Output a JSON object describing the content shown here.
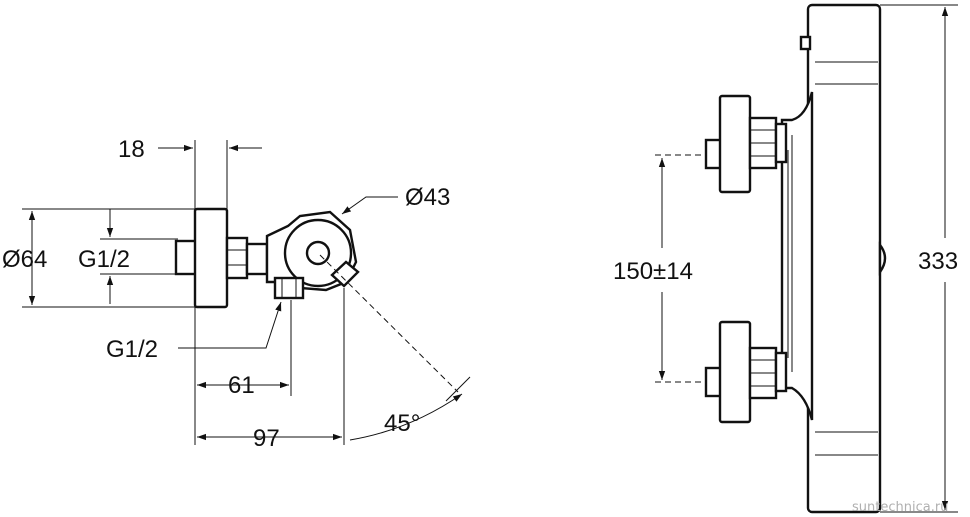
{
  "labels": {
    "handle_width": "18",
    "outer_diameter": "Ø64",
    "thread_inlet": "G1/2",
    "thread_outlet": "G1/2",
    "cartridge_diameter": "Ø43",
    "depth_short": "61",
    "depth_long": "97",
    "angle": "45°",
    "center_distance": "150±14",
    "height": "333"
  },
  "watermark": "suntechnica.ru"
}
